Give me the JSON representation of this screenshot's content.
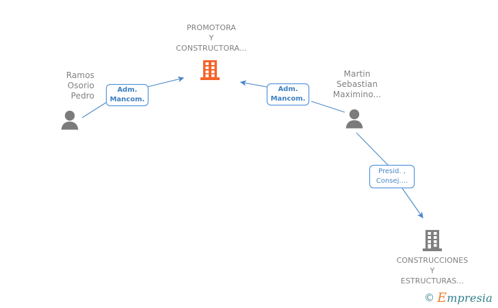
{
  "graph": {
    "nodes": [
      {
        "id": "promotora",
        "type": "company",
        "icon": "building-icon",
        "icon_color": "#f4652a",
        "label": "PROMOTORA\nY\nCONSTRUCTORA...",
        "label_position": "above"
      },
      {
        "id": "ramos",
        "type": "person",
        "icon": "person-icon",
        "icon_color": "#7b7b7b",
        "label": "Ramos\nOsorio\nPedro",
        "label_position": "above"
      },
      {
        "id": "martin",
        "type": "person",
        "icon": "person-icon",
        "icon_color": "#7b7b7b",
        "label": "Martin\nSebastian\nMaximino...",
        "label_position": "above"
      },
      {
        "id": "construcciones",
        "type": "company",
        "icon": "building-icon",
        "icon_color": "#808080",
        "label": "CONSTRUCCIONES\nY\nESTRUCTURAS...",
        "label_position": "below"
      }
    ],
    "relations": [
      {
        "id": "rel-ramos-promotora",
        "label": "Adm.\nMancom.",
        "from": "ramos",
        "to": "promotora"
      },
      {
        "id": "rel-martin-promotora",
        "label": "Adm.\nMancom.",
        "from": "martin",
        "to": "promotora"
      },
      {
        "id": "rel-martin-construcciones",
        "label": "Presid. ,\nConsej....",
        "from": "martin",
        "to": "construcciones"
      }
    ],
    "edge_color": "#4a86c8"
  },
  "watermark": {
    "copyright": "©",
    "brand_initial": "E",
    "brand_rest": "mpresia"
  }
}
